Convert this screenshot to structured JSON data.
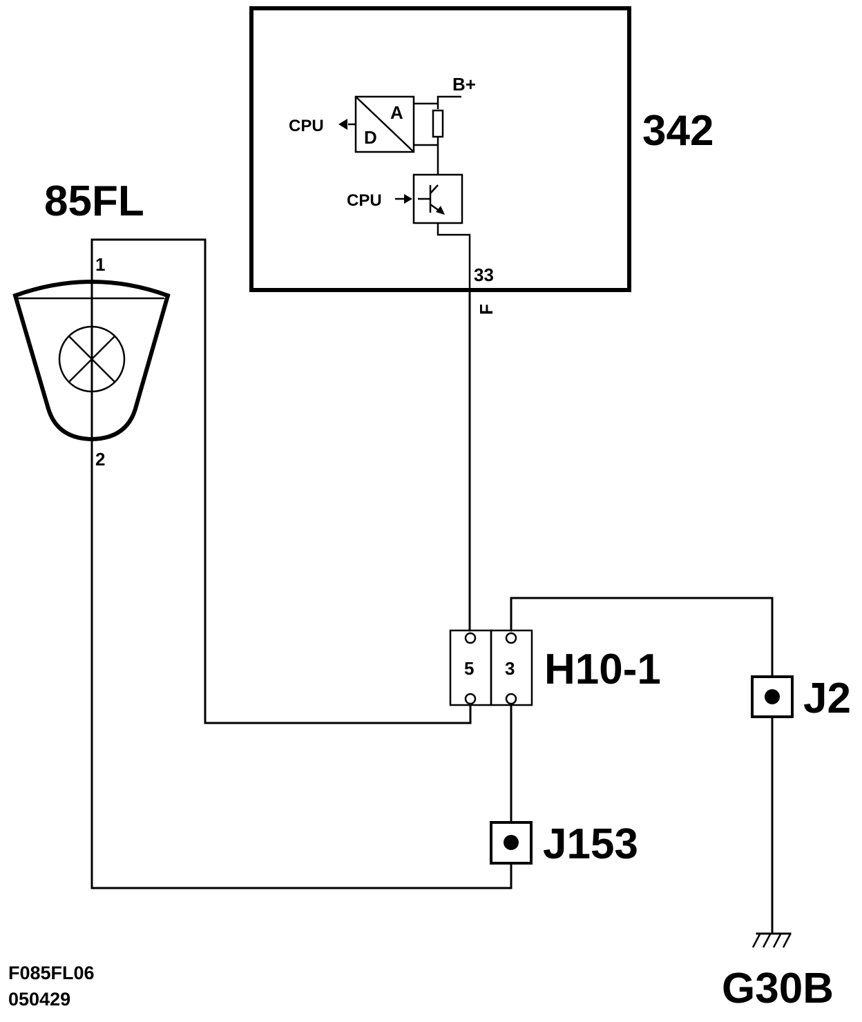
{
  "ecu": {
    "label": "342",
    "supply_label": "B+",
    "cpu_in_label": "CPU",
    "cpu_out_label": "CPU",
    "adc_a": "A",
    "adc_d": "D",
    "pin": "33",
    "pin_code": "F"
  },
  "lamp": {
    "label": "85FL",
    "pin1": "1",
    "pin2": "2"
  },
  "connector": {
    "label": "H10-1",
    "pin_left": "5",
    "pin_right": "3"
  },
  "splices": {
    "j2": "J2",
    "j153": "J153"
  },
  "ground": {
    "label": "G30B"
  },
  "footer": {
    "code": "F085FL06",
    "date": "050429"
  }
}
